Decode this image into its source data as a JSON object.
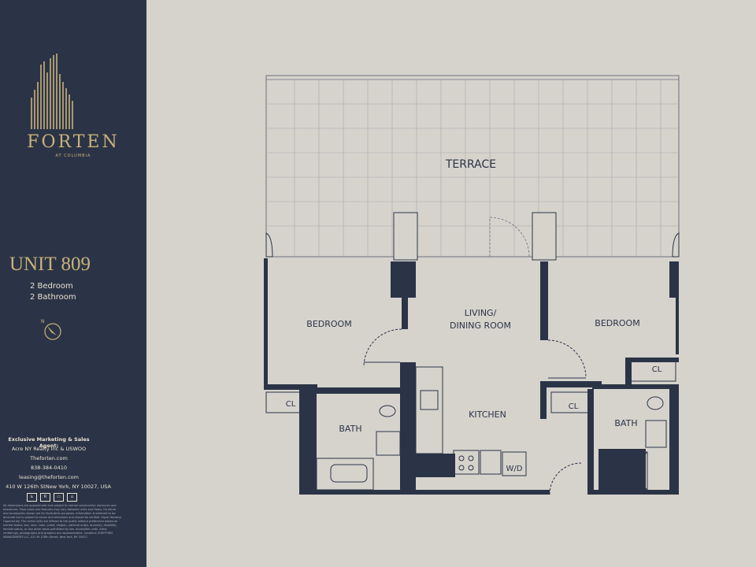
{
  "brand": {
    "name": "FORTEN",
    "subtitle": "AT COLUMBIA"
  },
  "unit": {
    "title": "UNIT 809",
    "bedrooms": "2 Bedroom",
    "bathrooms": "2 Bathroom"
  },
  "contact": {
    "heading": "Exclusive Marketing & Sales Agent:",
    "agent": "Acre NY Realty Inc & USWOO",
    "website": "Theforten.com",
    "phone": "838-384-0410",
    "email": "leasing@theforten.com",
    "address": "410 W 126th StNew York, NY 10027, USA"
  },
  "disclaimer": "All dimensions are approximate and subject to normal construction variances and tolerances. Floor plans and features may vary between units and floors. Furniture and accessories shown are for illustration purposes. Information is believed to be accurate but is subject to errors and omissions and should be verified. Equal Housing Opportunity. The rental units are offered to the public without preference based on marital status, sex, race, color, creed, religion, national origin, ancestry, disability, familial status, or any other basis prohibited by law. Accessible units. Artist renderings, photographs and graphics are representative. Landlord: SHEFFORD MANAGEMENT LLC, 410 W 126th Street, New York, NY 10027.",
  "rooms": {
    "terrace": "TERRACE",
    "living_line1": "LIVING/",
    "living_line2": "DINING ROOM",
    "bedroom_left": "BEDROOM",
    "bedroom_right": "BEDROOM",
    "kitchen": "KITCHEN",
    "bath_left": "BATH",
    "bath_right": "BATH",
    "closet_left": "CL",
    "closet_mid": "CL",
    "closet_right": "CL",
    "washer_dryer": "W/D"
  },
  "colors": {
    "sidebar": "#2b3446",
    "background": "#d6d3cd",
    "wall": "#2b3446",
    "gold": "#c9b27a"
  }
}
